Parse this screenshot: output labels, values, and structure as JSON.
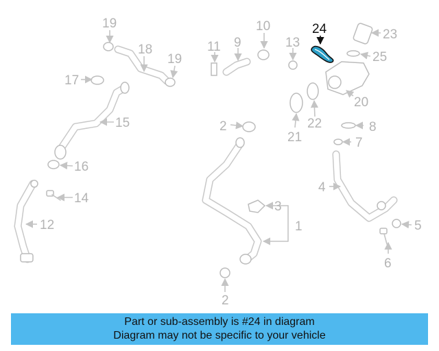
{
  "diagram": {
    "highlighted_part": "24",
    "callouts": {
      "c1": "1",
      "c2a": "2",
      "c2b": "2",
      "c3": "3",
      "c4": "4",
      "c5": "5",
      "c6": "6",
      "c7": "7",
      "c8": "8",
      "c9": "9",
      "c10": "10",
      "c11": "11",
      "c12": "12",
      "c13": "13",
      "c14": "14",
      "c15": "15",
      "c16": "16",
      "c17": "17",
      "c18": "18",
      "c19a": "19",
      "c19b": "19",
      "c20": "20",
      "c21": "21",
      "c22": "22",
      "c23": "23",
      "c24": "24",
      "c25": "25"
    },
    "colors": {
      "highlight": "#2b9fc7",
      "line": "#c4c4c4",
      "banner": "#4fb8ee"
    }
  },
  "banner": {
    "line1": "Part or sub-assembly is #24 in diagram",
    "line2": "Diagram may not be specific to your vehicle"
  }
}
